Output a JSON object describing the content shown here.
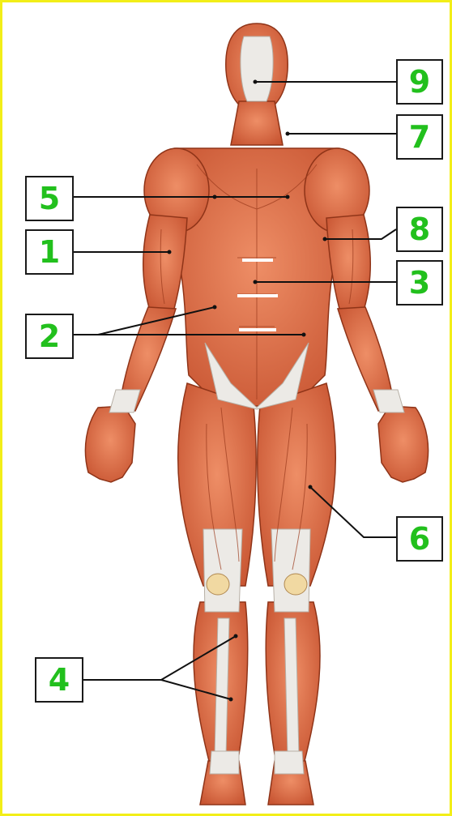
{
  "colors": {
    "label_text": "#22c01d",
    "frame_border": "#f2ee18",
    "muscle_fill": "#d9663c",
    "muscle_light": "#ec8c63",
    "muscle_outline": "#8f3418",
    "tendon": "#eceae6",
    "bone": "#f1d9a2",
    "leader_line": "#111111"
  },
  "labels": [
    {
      "id": "1",
      "text": "1"
    },
    {
      "id": "2",
      "text": "2"
    },
    {
      "id": "3",
      "text": "3"
    },
    {
      "id": "4",
      "text": "4"
    },
    {
      "id": "5",
      "text": "5"
    },
    {
      "id": "6",
      "text": "6"
    },
    {
      "id": "7",
      "text": "7"
    },
    {
      "id": "8",
      "text": "8"
    },
    {
      "id": "9",
      "text": "9"
    }
  ]
}
